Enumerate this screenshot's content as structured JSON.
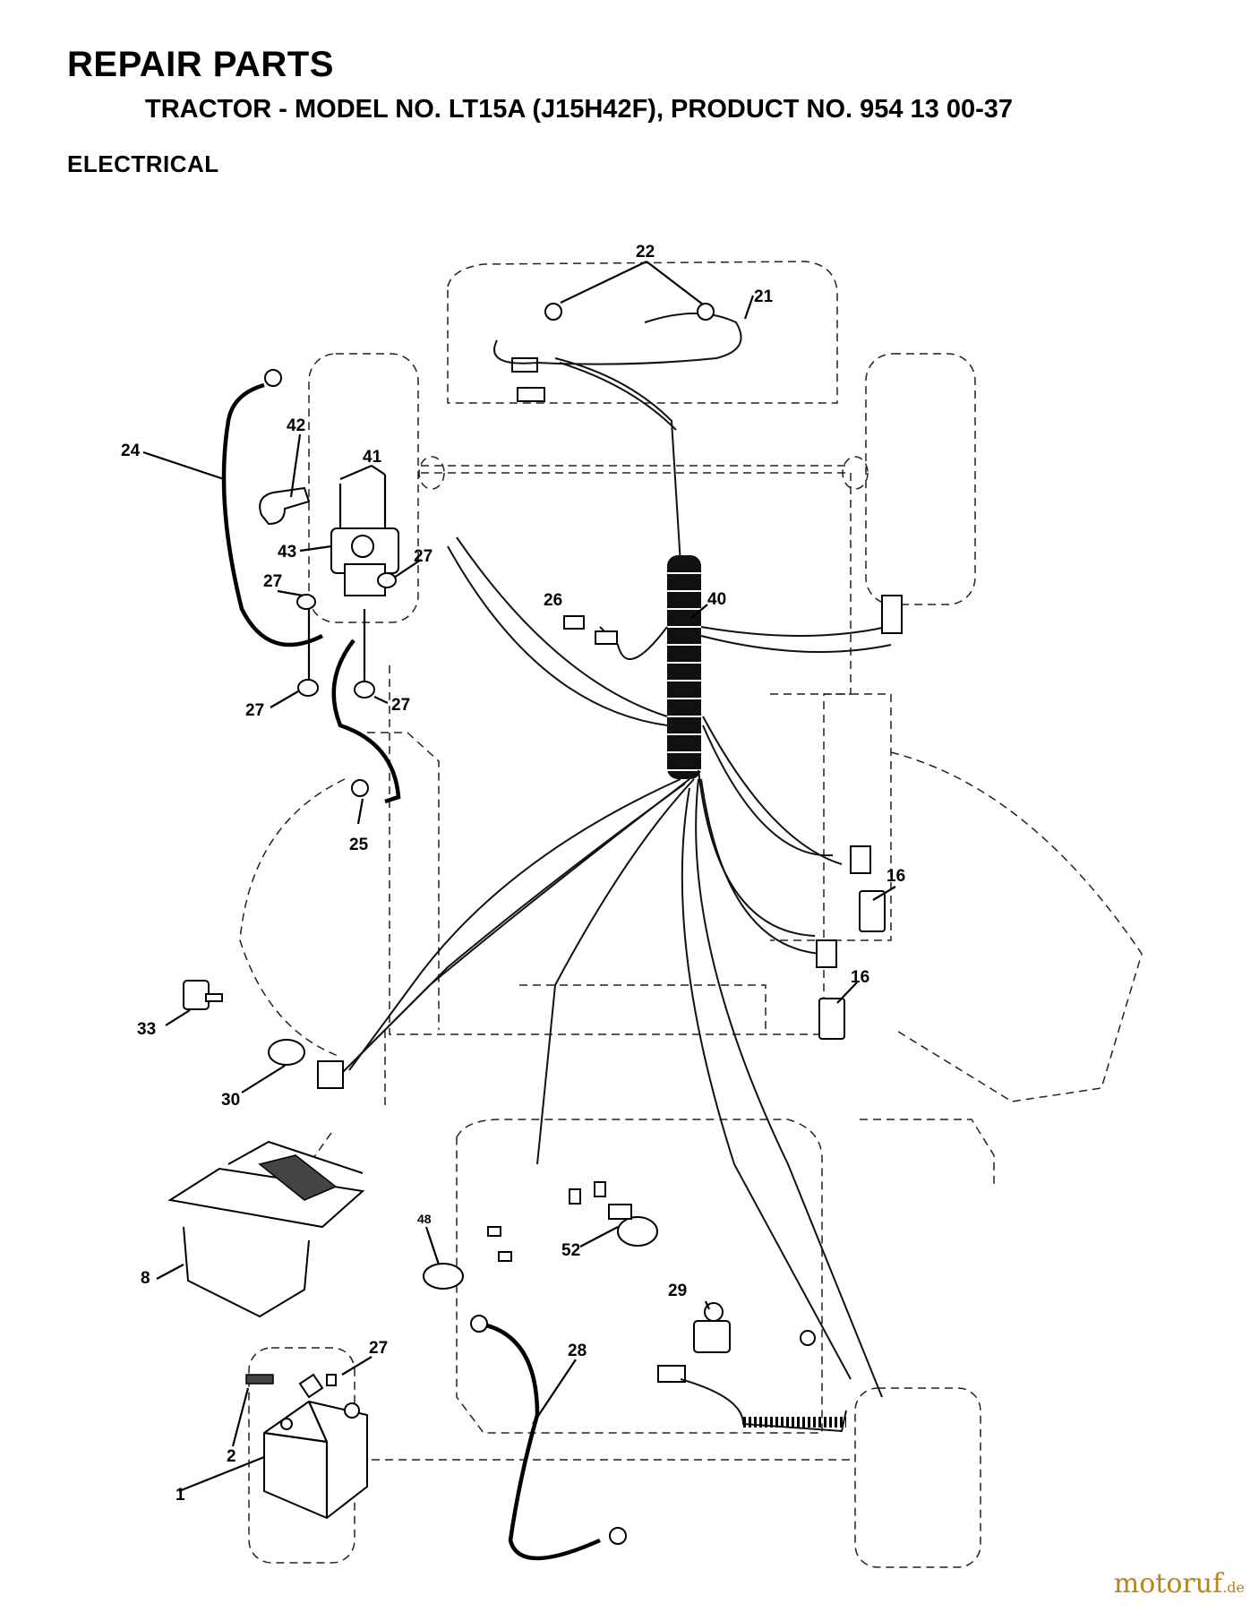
{
  "header": {
    "title": "REPAIR PARTS",
    "subtitle": "TRACTOR - MODEL NO. LT15A (J15H42F), PRODUCT NO. 954 13 00-37",
    "section": "ELECTRICAL"
  },
  "watermark": {
    "brand": "motoruf",
    "suffix": ".de",
    "color": "#b5861e"
  },
  "callouts": {
    "c22": "22",
    "c21": "21",
    "c42": "42",
    "c41": "41",
    "c24": "24",
    "c43": "43",
    "c27a": "27",
    "c27b": "27",
    "c27c": "27",
    "c27d": "27",
    "c27e": "27",
    "c26": "26",
    "c40": "40",
    "c25": "25",
    "c16a": "16",
    "c16b": "16",
    "c33": "33",
    "c30": "30",
    "c48": "48",
    "c52": "52",
    "c8": "8",
    "c29": "29",
    "c28": "28",
    "c2": "2",
    "c1": "1"
  }
}
